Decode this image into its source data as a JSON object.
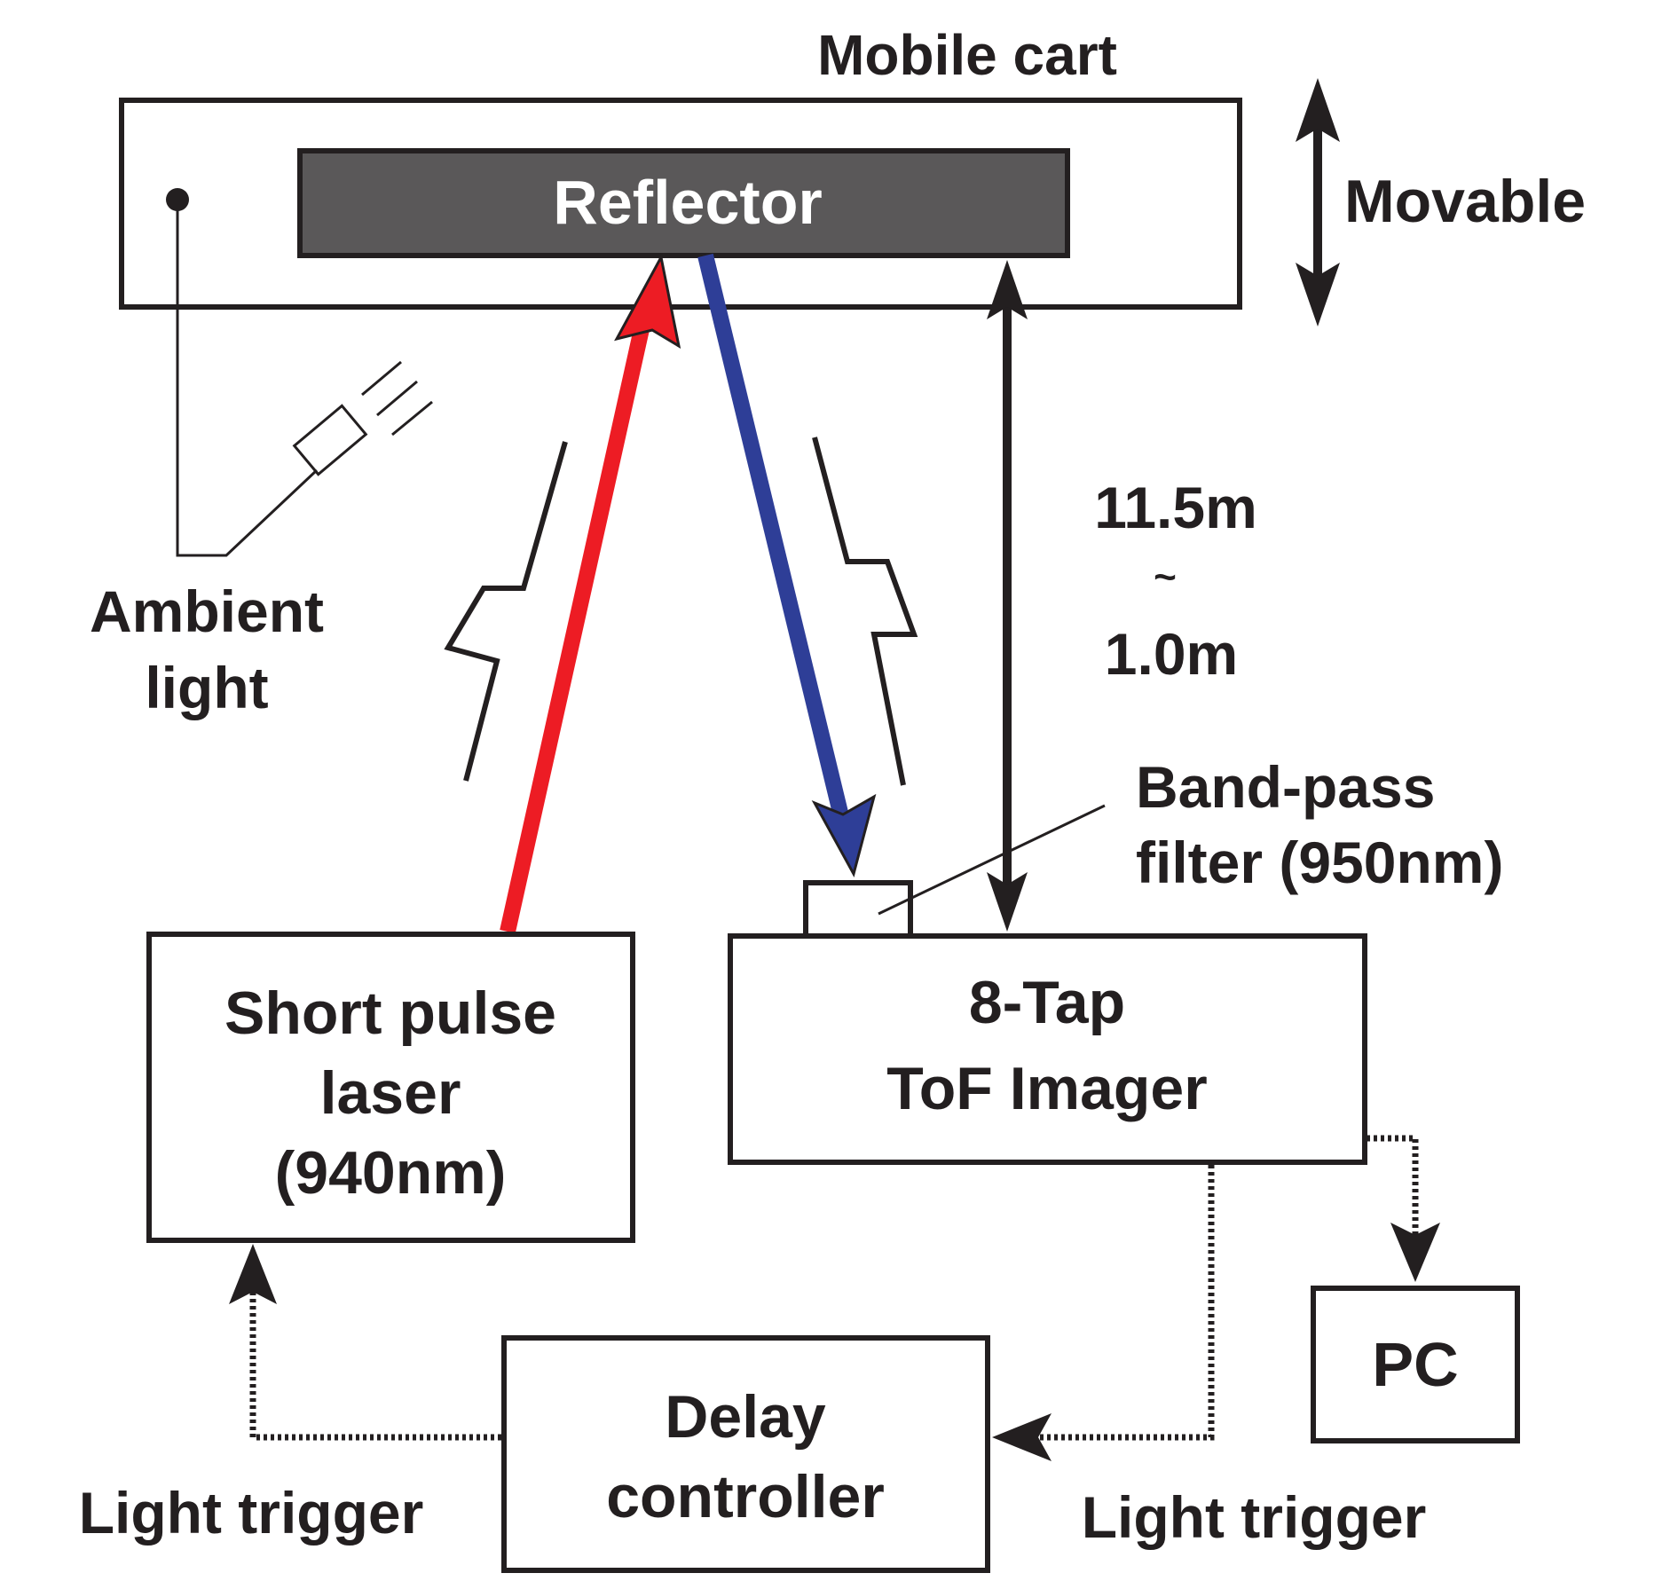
{
  "labels": {
    "mobile_cart": "Mobile cart",
    "reflector": "Reflector",
    "movable": "Movable",
    "ambient_line1": "Ambient",
    "ambient_line2": "light",
    "distance_far": "11.5m",
    "distance_sep": "~",
    "distance_near": "1.0m",
    "bandpass_line1": "Band-pass",
    "bandpass_line2": "filter (950nm)",
    "laser_line1": "Short pulse",
    "laser_line2": "laser",
    "laser_line3": "(940nm)",
    "imager_line1": "8-Tap",
    "imager_line2": "ToF Imager",
    "pc": "PC",
    "delay_line1": "Delay",
    "delay_line2": "controller",
    "trigger_left": "Light trigger",
    "trigger_right": "Light trigger"
  },
  "colors": {
    "ink": "#231f20",
    "reflector_fill": "#5a5859",
    "emitted_beam": "#ed1c24",
    "returned_beam": "#2e3e97"
  }
}
